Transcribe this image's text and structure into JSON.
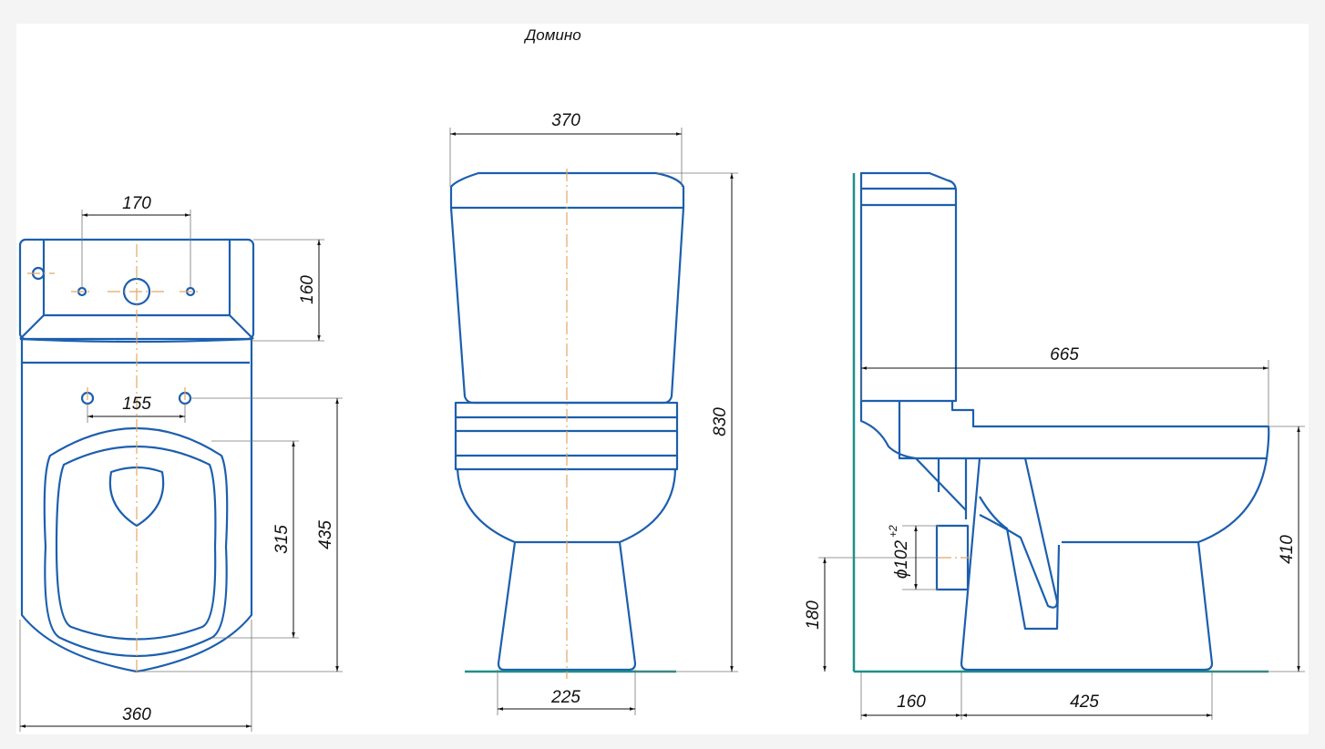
{
  "title": "Домино",
  "colors": {
    "outline": "#1c5fae",
    "centerline": "#e2a865",
    "floor": "#1f8f8a",
    "dimension": "#111111"
  },
  "top_view": {
    "dims": {
      "hole_spacing_top": "170",
      "tank_depth": "160",
      "hole_spacing_bottom": "155",
      "seat_length": "315",
      "bowl_length": "435",
      "width": "360"
    }
  },
  "front_view": {
    "dims": {
      "tank_width": "370",
      "height": "830",
      "base_width": "225"
    }
  },
  "side_view": {
    "dims": {
      "total_depth": "665",
      "rim_height": "410",
      "outlet_height": "180",
      "outlet_offset": "160",
      "base_depth": "425",
      "outlet_diameter": "ϕ102",
      "outlet_tolerance": "+2"
    }
  }
}
